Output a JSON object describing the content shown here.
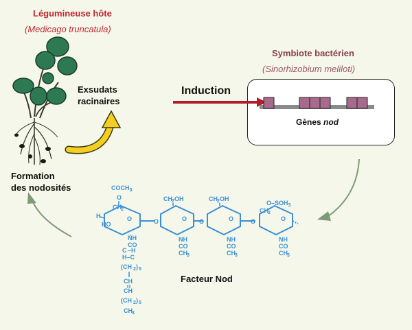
{
  "host": {
    "title": "Légumineuse hôte",
    "species": "(Medicago truncatula)"
  },
  "symbiont": {
    "title": "Symbiote bactérien",
    "species": "(Sinorhizobium meliloti)"
  },
  "labels": {
    "exudates_line1": "Exsudats",
    "exudates_line2": "racinaires",
    "induction": "Induction",
    "genes_prefix": "Gènes ",
    "genes_italic": "nod",
    "nodules_line1": "Formation",
    "nodules_line2": "des nodosités",
    "nod_factor": "Facteur Nod"
  },
  "molecule": {
    "acetyl": "COCH",
    "acetyl_sub": "3",
    "sulfate": "O–SOH",
    "sulfate_sub": "3"
  },
  "colors": {
    "induction_arrow": "#b11d2a",
    "gene_box": "#a86a8c",
    "cycle_arrow": "#7f9a76",
    "yellow_arrow": "#f4cf22",
    "leaf": "#2d7a52",
    "molecule": "#3b8fd6"
  }
}
